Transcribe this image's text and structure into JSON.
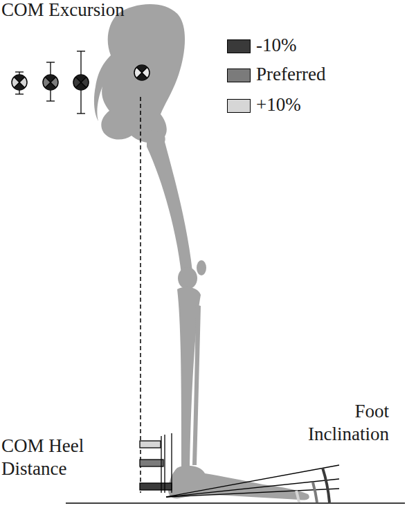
{
  "diagram": {
    "labels": [
      "COM Excursion",
      "COM Heel Distance",
      "Foot Inclination"
    ],
    "legend": [
      {
        "text": "-10%",
        "color": "#3a3a3a"
      },
      {
        "text": "Preferred",
        "color": "#7b7b7b"
      },
      {
        "text": "+10%",
        "color": "#d6d6d6"
      }
    ]
  }
}
